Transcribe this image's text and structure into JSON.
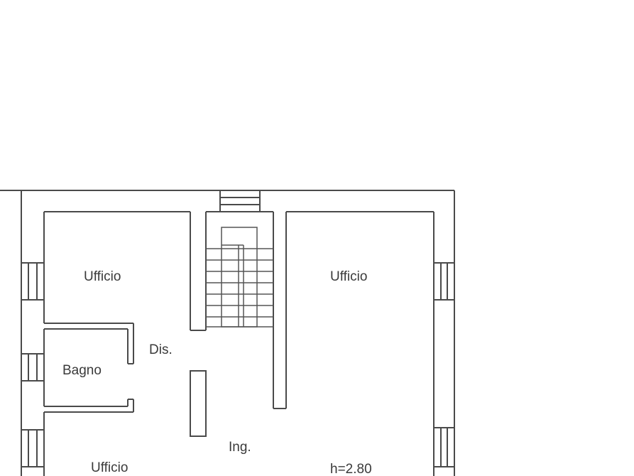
{
  "rooms": {
    "office_top_left": "Ufficio",
    "office_right": "Ufficio",
    "bathroom": "Bagno",
    "corridor": "Dis.",
    "entrance": "Ing.",
    "office_bottom_left": "Ufficio"
  },
  "ceiling_height": "h=2.80"
}
